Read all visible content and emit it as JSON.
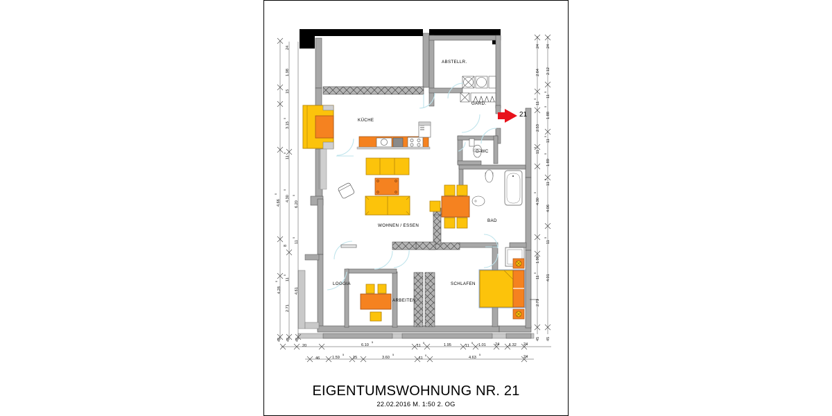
{
  "document": {
    "title": "EIGENTUMSWOHNUNG NR. 21",
    "subtitle": "22.02.2016   M. 1:50   2. OG",
    "date": "22.02.2016",
    "scale": "M. 1:50",
    "floor": "2. OG"
  },
  "marker": {
    "label": "21",
    "icon": "left-arrow-icon",
    "color": "#e8121b"
  },
  "rooms": [
    {
      "id": "abstellr",
      "label": "ABSTELLR."
    },
    {
      "id": "gard",
      "label": "GARD."
    },
    {
      "id": "kueche",
      "label": "KÜCHE"
    },
    {
      "id": "gwc",
      "label": "G-WC"
    },
    {
      "id": "wohnen-essen",
      "label": "WOHNEN / ESSEN"
    },
    {
      "id": "bad",
      "label": "BAD"
    },
    {
      "id": "loggia",
      "label": "LOGGIA"
    },
    {
      "id": "arbeiten",
      "label": "ARBEITEN"
    },
    {
      "id": "schlafen",
      "label": "SCHLAFEN"
    }
  ],
  "dimensions": {
    "left_outer": [
      "4.66",
      "6.20",
      "4.28"
    ],
    "left_outer_sup": [
      "5",
      "5",
      "5"
    ],
    "left_inner": [
      "24",
      "1.98",
      "15",
      "3.15",
      "11",
      "4.30",
      "8",
      "11",
      "4.61",
      "2.71"
    ],
    "left_marks_bottom": [
      "45",
      "45",
      "45"
    ],
    "right_inner": [
      "24",
      "2.64",
      "11",
      "2.53",
      "11",
      "4.30",
      "11",
      "1.90",
      "11",
      "2.71"
    ],
    "right_outer": [
      "24",
      "2.12",
      "11",
      "1.88",
      "11",
      "1.89",
      "11",
      "4.06",
      "11",
      "4.01"
    ],
    "right_marks_bottom": [
      "45",
      "45"
    ],
    "bottom_row1": [
      "20",
      "6.10",
      "11",
      "1.95",
      "11",
      "1.01",
      "24",
      "1.32",
      "24"
    ],
    "bottom_row2": [
      "46",
      "1.59",
      "15",
      "3.60",
      "11",
      "4.63",
      "24"
    ]
  },
  "dim_labels": {
    "l_24": "24",
    "l_198": "1.98",
    "l_15": "15",
    "l_315": "3.15",
    "l_315s": "5",
    "l_115a": "11",
    "l_115as": "5",
    "l_430": "4.30",
    "l_430s": "5",
    "l_466": "4.66",
    "l_466s": "5",
    "l_620": "6.20",
    "l_620s": "5",
    "l_8": "8",
    "l_115b": "11",
    "l_115bs": "5",
    "l_461": "4.61",
    "l_428": "4.28",
    "l_428s": "5",
    "l_271": "2.71",
    "l_45a": "45",
    "l_45b": "45",
    "l_45c": "45",
    "r_24a": "24",
    "r_24b": "24",
    "r_264": "2.64",
    "r_212": "2.12",
    "r_115a": "11",
    "r_115as": "5",
    "r_115b": "11",
    "r_115bs": "5",
    "r_188": "1.88",
    "r_188s": "5",
    "r_253": "2.53",
    "r_115c": "11",
    "r_115cs": "5",
    "r_115d": "11",
    "r_115ds": "5",
    "r_189": "1.89",
    "r_189s": "5",
    "r_115e": "11",
    "r_115es": "5",
    "r_430": "4.30",
    "r_430s": "5",
    "r_406": "4.06",
    "r_115f": "11",
    "r_115fs": "5",
    "r_190": "1.90",
    "r_115g": "11",
    "r_115gs": "5",
    "r_401": "4.01",
    "r_271": "2.71",
    "r_45a": "45",
    "r_45b": "45",
    "b_20": "20",
    "b_610": "6.10",
    "b_610s": "5",
    "b_115a": "11",
    "b_115as": "5",
    "b_195": "1.95",
    "b_115b": "11",
    "b_115bs": "5",
    "b_101": "1.01",
    "b_24a": "24",
    "b_132": "1.32",
    "b_24b": "24",
    "b2_46": "46",
    "b2_159": "1.59",
    "b2_159s": "5",
    "b2_15": "15",
    "b2_360": "3.60",
    "b2_360s": "5",
    "b2_115": "11",
    "b2_115s": "5",
    "b2_463": "4.63",
    "b2_463s": "5",
    "b2_24": "24"
  },
  "colors": {
    "wall": "#a8a8a8",
    "wall_dark": "#000000",
    "furniture_yellow": "#fcc30b",
    "furniture_orange": "#f58220",
    "door_swing": "#bfe4ec",
    "accent_red": "#e8121b"
  }
}
